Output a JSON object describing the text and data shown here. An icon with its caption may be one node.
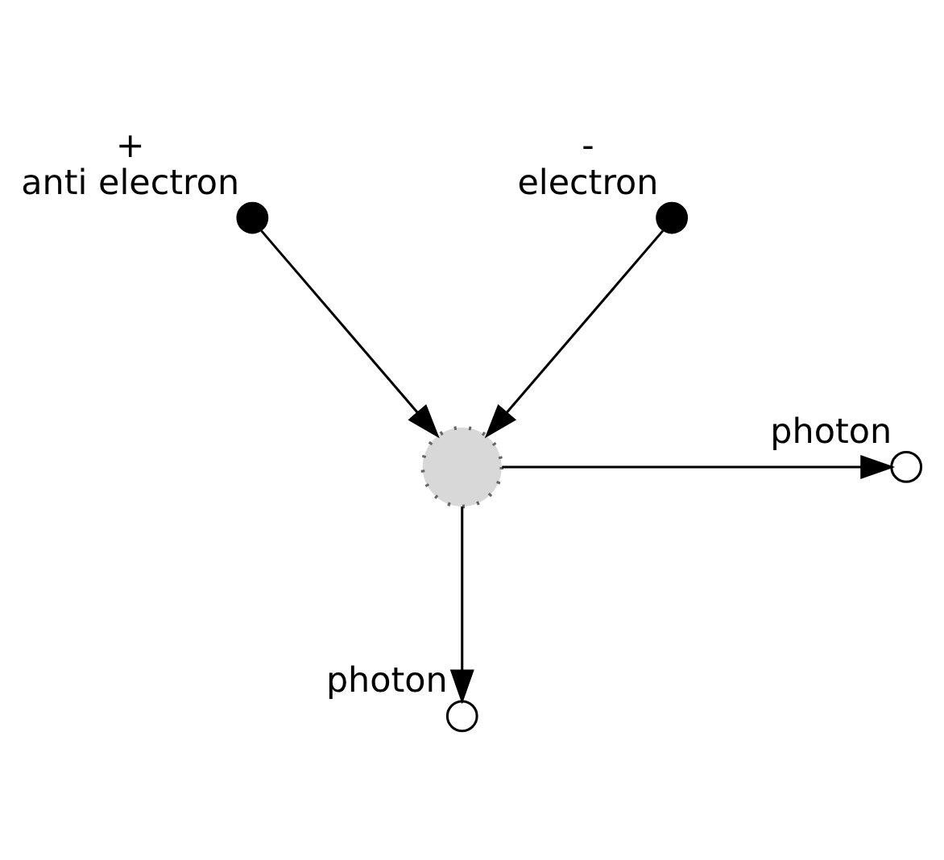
{
  "diagram": {
    "nodes": [
      {
        "text": [],
        "shape": "circle",
        "beside": [
          "+",
          "anti electron"
        ]
      },
      {
        "text": [],
        "shape": "circle",
        "beside": [
          "-",
          "electron"
        ]
      },
      {
        "text": [],
        "shape": "cloud"
      },
      {
        "text": [],
        "shape": "circle",
        "beside": [
          "photon"
        ]
      },
      {
        "text": [],
        "shape": "circle",
        "beside": [
          "photon"
        ]
      }
    ],
    "edges": [
      {
        "from": 0,
        "to": 2,
        "arrow": "to"
      },
      {
        "from": 1,
        "to": 2,
        "arrow": "to"
      },
      {
        "from": 2,
        "to": 3,
        "arrow": "to"
      },
      {
        "from": 2,
        "to": 4,
        "arrow": "to"
      }
    ]
  }
}
